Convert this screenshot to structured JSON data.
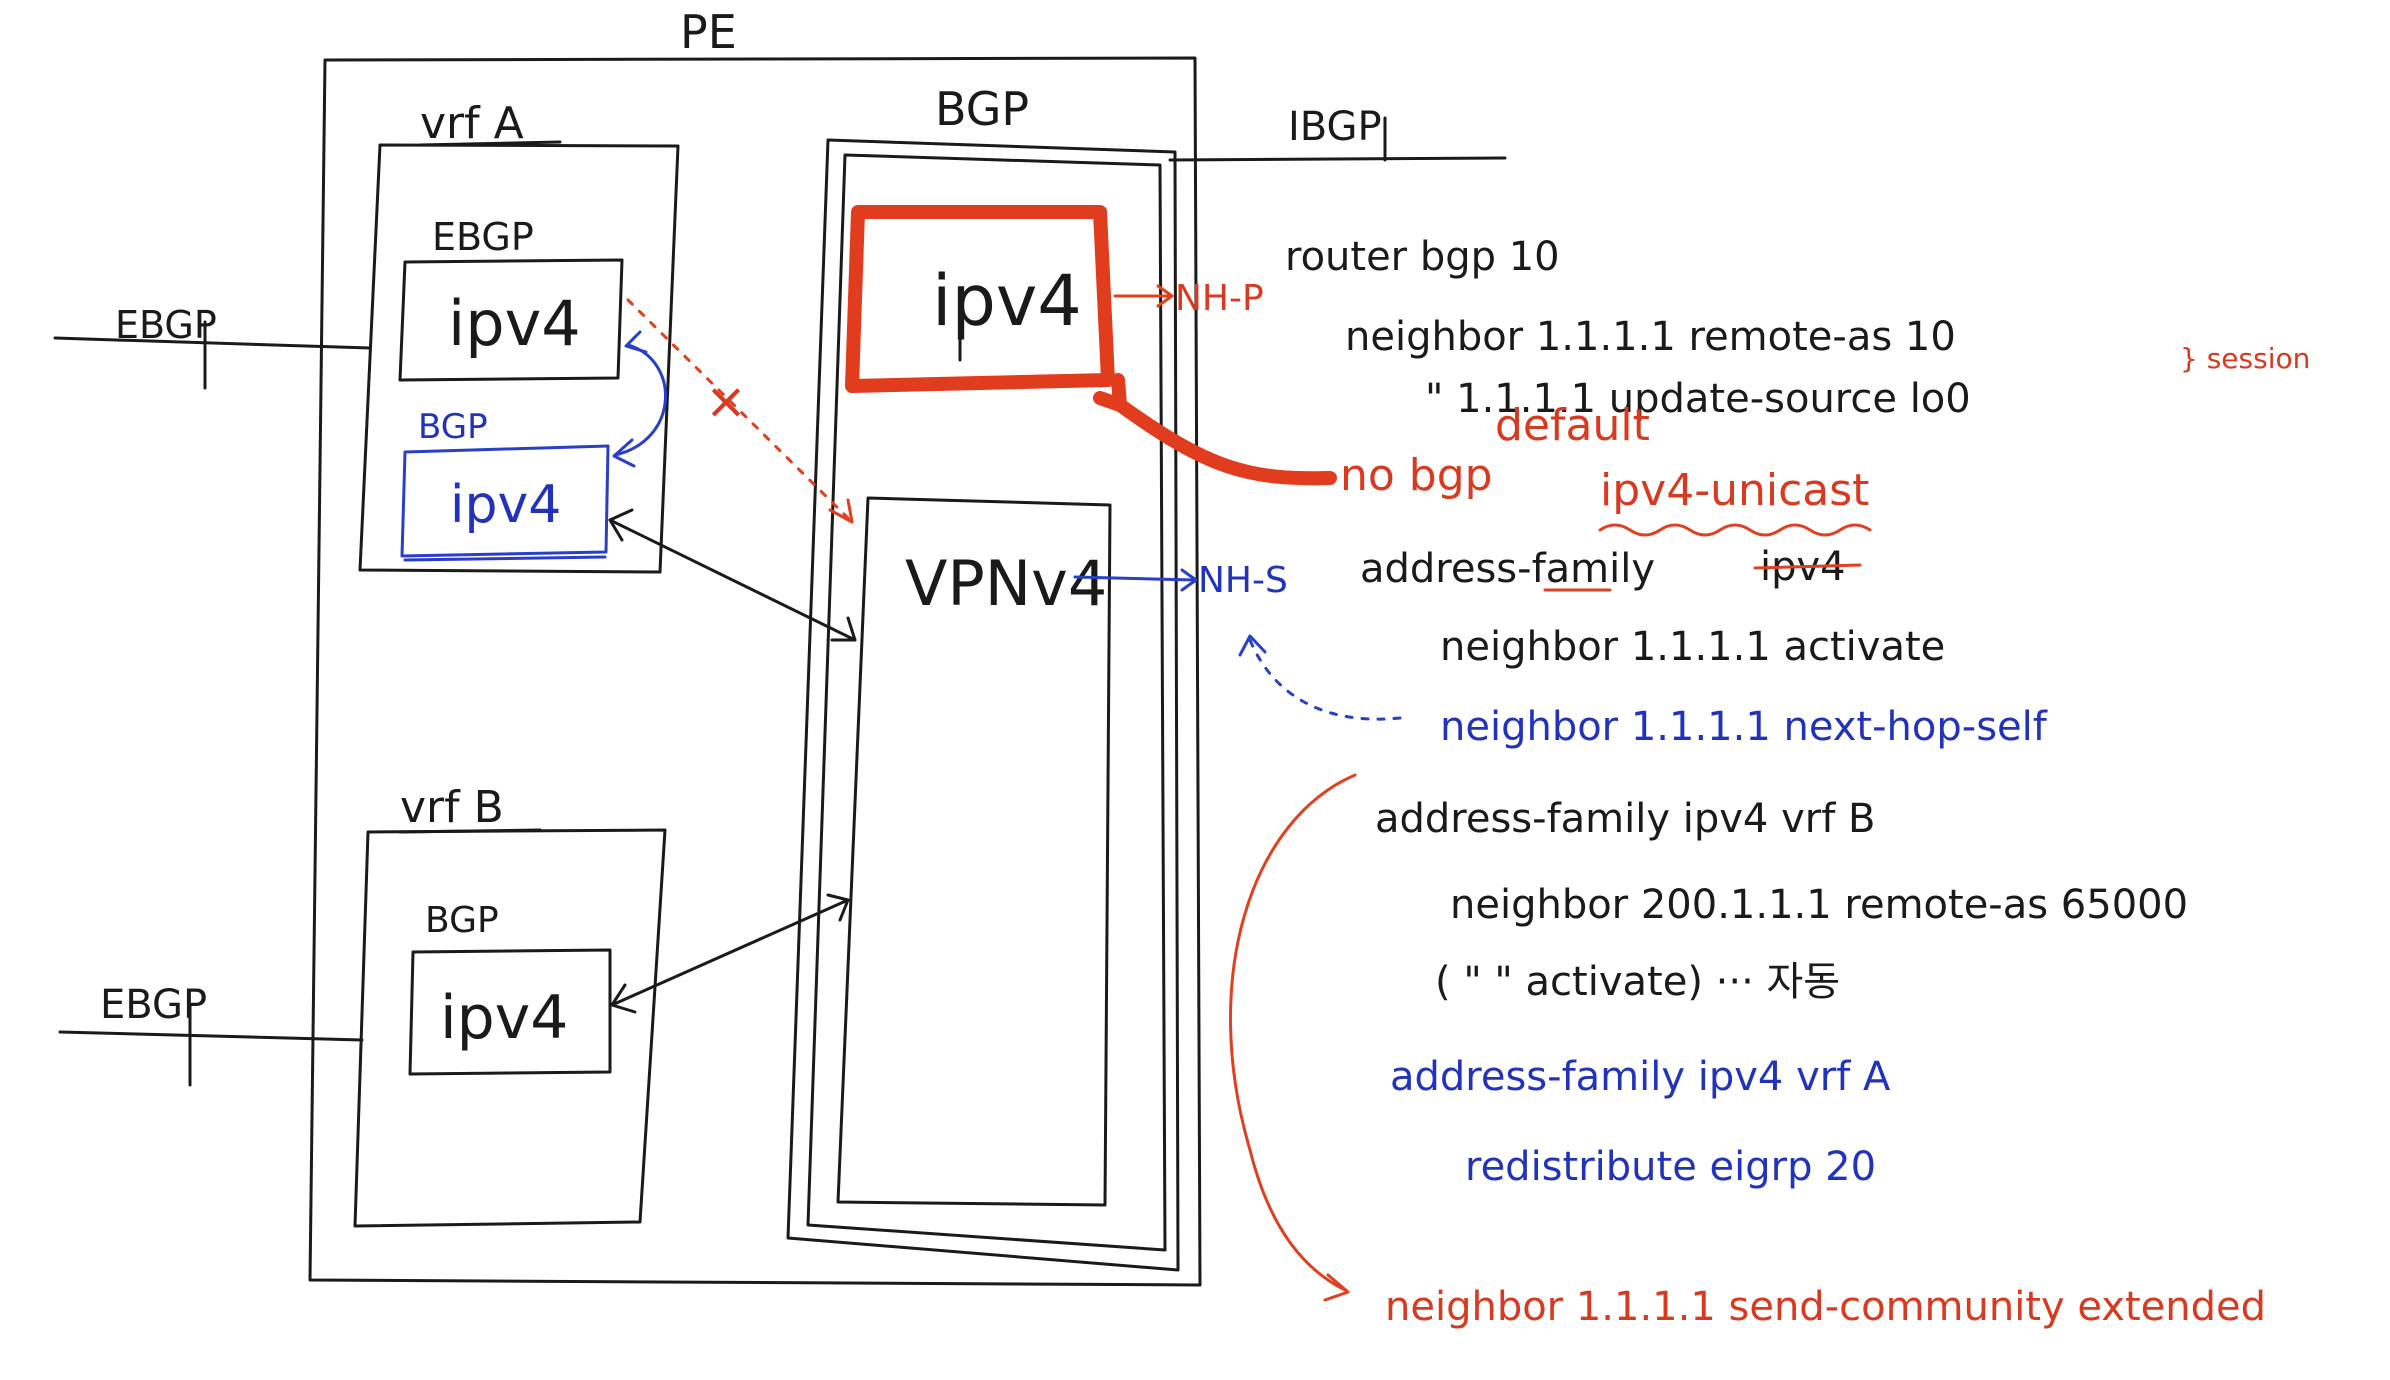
{
  "diagram": {
    "pe_label": "PE",
    "vrf_a": {
      "label": "vrf A",
      "ebgp_box_label": "EBGP",
      "ebgp_table": "ipv4",
      "bgp_box_label": "BGP",
      "bgp_table": "ipv4"
    },
    "vrf_b": {
      "label": "vrf B",
      "bgp_box_label": "BGP",
      "bgp_table": "ipv4"
    },
    "bgp": {
      "label": "BGP",
      "ipv4_table": "ipv4",
      "vpnv4_table": "VPNv4"
    },
    "external_links": {
      "ebgp_left_top": "EBGP",
      "ebgp_left_bottom": "EBGP",
      "ibgp_right": "IBGP"
    },
    "annotations": {
      "ipv4_arrow_label": "NH-P",
      "vpnv4_arrow_label": "NH-S",
      "blocked_mark": "×",
      "session_note": "} session"
    },
    "colors": {
      "black_ink": "#1a1a1a",
      "red_ink": "#d93a1f",
      "blue_ink": "#2233bb",
      "highlight_red": "#e23c1e"
    }
  },
  "config": {
    "line1": "router bgp 10",
    "line2": "neighbor 1.1.1.1 remote-as 10",
    "line3": "\"      1.1.1.1 update-source lo0",
    "red_command": "no bgp",
    "red_default": "default",
    "red_unicast": "ipv4-unicast",
    "line4_prefix": "address-family",
    "line4_struck": "ipv4",
    "line5": "neighbor 1.1.1.1 activate",
    "line6": "neighbor 1.1.1.1 next-hop-self",
    "line7": "address-family ipv4 vrf B",
    "line8": "neighbor 200.1.1.1 remote-as 65000",
    "line9": "(  \"        \"      activate) ··· 자동",
    "line10": "address-family ipv4 vrf A",
    "line11": "redistribute eigrp 20",
    "line12": "neighbor 1.1.1.1 send-community extended"
  }
}
